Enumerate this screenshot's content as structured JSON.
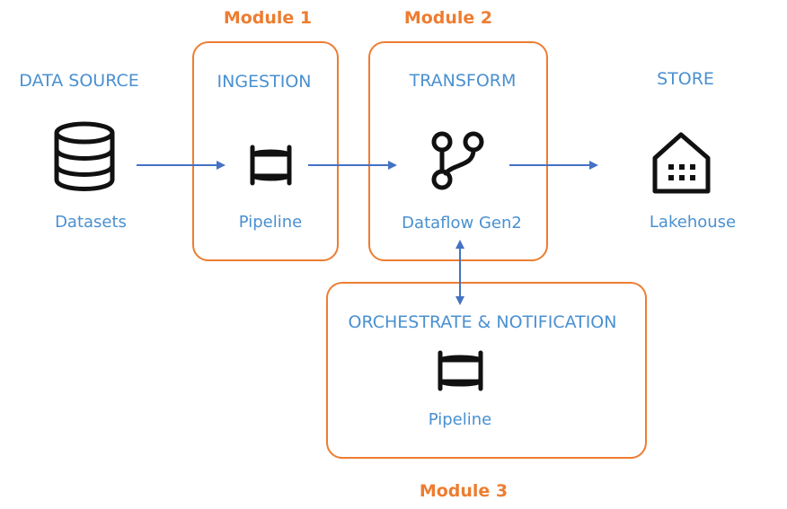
{
  "colors": {
    "module": "#ED7D31",
    "text": "#4A90D0",
    "arrow": "#4472C4",
    "icon": "#111111"
  },
  "modules": {
    "module1": "Module 1",
    "module2": "Module 2",
    "module3": "Module 3"
  },
  "stages": {
    "source": {
      "heading": "DATA SOURCE",
      "caption": "Datasets",
      "icon": "database-icon"
    },
    "ingestion": {
      "heading": "INGESTION",
      "caption": "Pipeline",
      "icon": "pipeline-icon"
    },
    "transform": {
      "heading": "TRANSFORM",
      "caption": "Dataflow Gen2",
      "icon": "dataflow-icon"
    },
    "store": {
      "heading": "STORE",
      "caption": "Lakehouse",
      "icon": "lakehouse-icon"
    },
    "orchestrate": {
      "heading": "ORCHESTRATE & NOTIFICATION",
      "caption": "Pipeline",
      "icon": "pipeline-icon"
    }
  }
}
